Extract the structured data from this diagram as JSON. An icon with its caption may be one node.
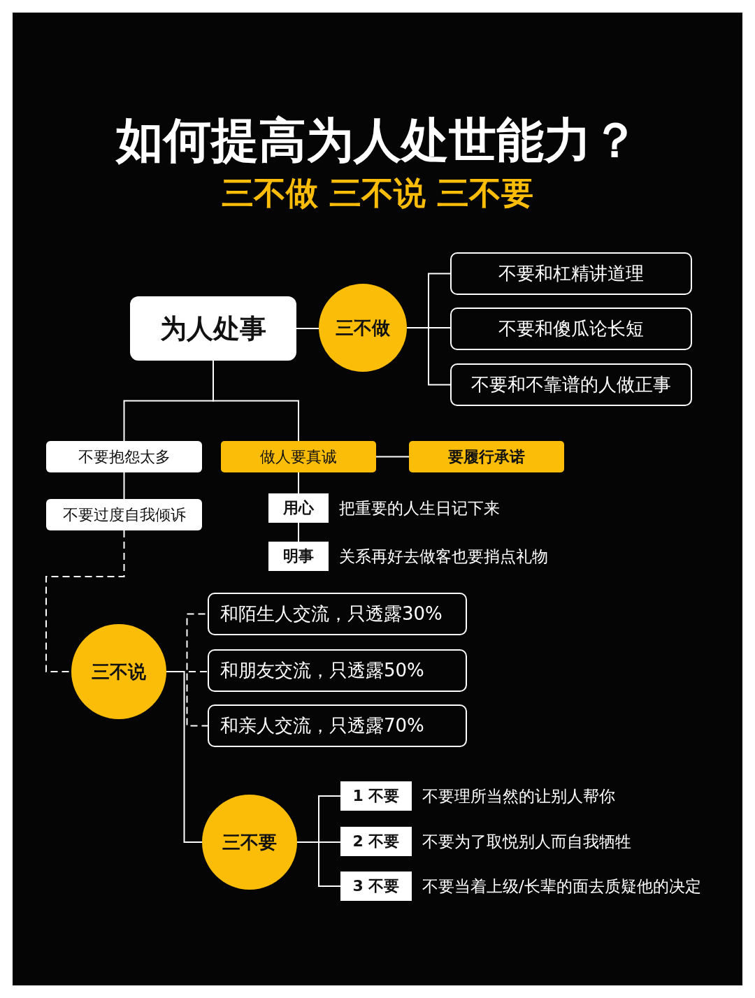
{
  "diagram": {
    "title": "如何提高为人处世能力？",
    "nodes": [
      {
        "text": [
          "为人处事"
        ]
      },
      {
        "text": [
          "三不做"
        ]
      },
      {
        "text": [
          "不要和杠精讲道理"
        ]
      },
      {
        "text": [
          "不要和傻瓜论长短"
        ]
      },
      {
        "text": [
          "不要和不靠谱的人做正事"
        ]
      },
      {
        "text": [
          "不要抱怨太多"
        ]
      },
      {
        "text": [
          "做人要真诚"
        ]
      },
      {
        "text": [
          "要履行承诺"
        ]
      },
      {
        "text": [
          "用心"
        ],
        "beside": [
          "把重要的人生日记下来"
        ]
      },
      {
        "text": [
          "明事"
        ],
        "beside": [
          "关系再好去做客也要捎点礼物"
        ]
      },
      {
        "text": [
          "不要过度自我倾诉"
        ]
      },
      {
        "text": [
          "三不说"
        ]
      },
      {
        "text": [
          "和陌生人交流，只透露30%"
        ]
      },
      {
        "text": [
          "和朋友交流，只透露50%"
        ]
      },
      {
        "text": [
          "和亲人交流，只透露70%"
        ]
      },
      {
        "text": [
          "三不要"
        ]
      },
      {
        "text": [
          "1 不要"
        ],
        "beside": [
          "不要理所当然的让别人帮你"
        ]
      },
      {
        "text": [
          "2 不要"
        ],
        "beside": [
          "不要为了取悦别人而自我牺牲"
        ]
      },
      {
        "text": [
          "3 不要"
        ],
        "beside": [
          "不要当着上级/长辈的面去质疑他的决定"
        ]
      }
    ],
    "edges": [
      {
        "from": 0,
        "to": 1,
        "arrow": "none"
      },
      {
        "from": 1,
        "to": 2,
        "arrow": "none"
      },
      {
        "from": 1,
        "to": 3,
        "arrow": "none"
      },
      {
        "from": 1,
        "to": 4,
        "arrow": "none"
      },
      {
        "from": 0,
        "to": 5,
        "arrow": "none"
      },
      {
        "from": 0,
        "to": 6,
        "arrow": "none"
      },
      {
        "from": 6,
        "to": 7,
        "arrow": "none"
      },
      {
        "from": 6,
        "to": 8,
        "arrow": "none"
      },
      {
        "from": 8,
        "to": 9,
        "arrow": "none"
      },
      {
        "from": 5,
        "to": 10,
        "arrow": "none"
      },
      {
        "from": 10,
        "to": 11,
        "arrow": "none",
        "style": "dashed"
      },
      {
        "from": 11,
        "to": 12,
        "arrow": "none",
        "style": "dashed"
      },
      {
        "from": 11,
        "to": 13,
        "arrow": "none",
        "style": "dashed"
      },
      {
        "from": 11,
        "to": 14,
        "arrow": "none",
        "style": "dashed"
      },
      {
        "from": 11,
        "to": 15,
        "arrow": "none"
      },
      {
        "from": 15,
        "to": 16,
        "arrow": "none"
      },
      {
        "from": 15,
        "to": 17,
        "arrow": "none"
      },
      {
        "from": 15,
        "to": 18,
        "arrow": "none"
      }
    ],
    "labels": [
      "三不做 三不说 三不要"
    ]
  }
}
